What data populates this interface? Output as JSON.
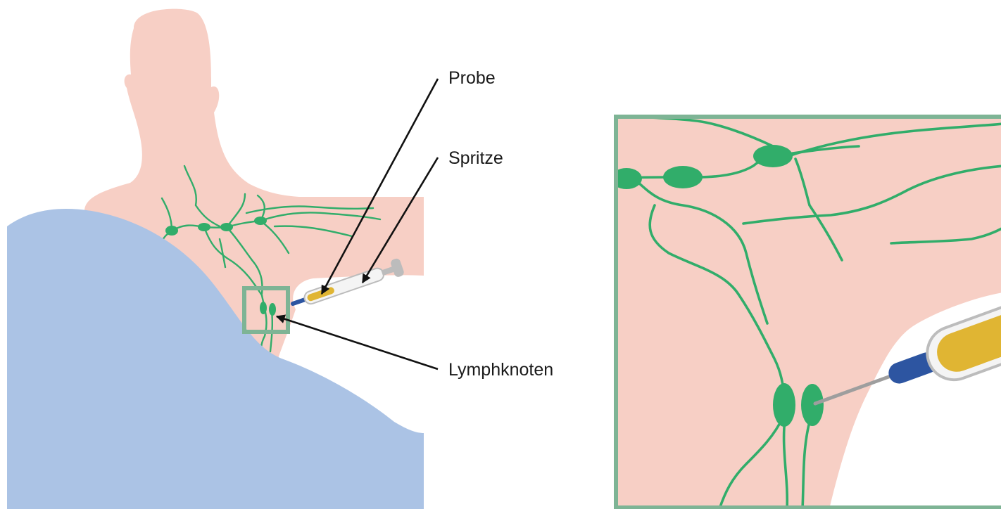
{
  "labels": {
    "probe": "Probe",
    "syringe": "Spritze",
    "lymph_node": "Lymphknoten"
  },
  "icons": {
    "figure": "patient-silhouette-icon",
    "drape": "blue-drape",
    "syringe": "syringe-icon",
    "lymph_node": "lymph-node-icon",
    "zoom_frame": "zoom-frame"
  },
  "colors": {
    "skin": "#f7cfc5",
    "drape": "#abc3e5",
    "lymph": "#31ad6a",
    "frame": "#7eb495",
    "sample": "#e0b533",
    "needle_hub": "#2d55a1",
    "plunger": "#bcbcbc",
    "arrow": "#111111"
  }
}
